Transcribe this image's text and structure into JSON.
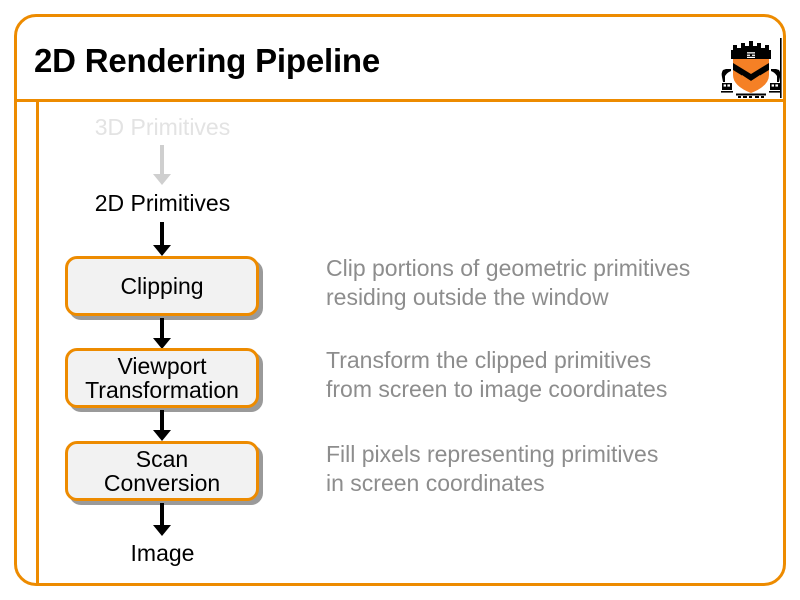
{
  "slide": {
    "title": "2D Rendering Pipeline",
    "accent_color": "#ED8B00",
    "box_fill_color": "#F2F2F2",
    "description_color": "#8D8D8D",
    "ghost_color": "#E3E3E3"
  },
  "logo": {
    "name": "princeton-university-shield",
    "shield_orange": "#F58025",
    "shield_black": "#000000"
  },
  "pipeline": {
    "input_ghost_label": "3D Primitives",
    "input_label": "2D Primitives",
    "output_label": "Image",
    "stages": [
      {
        "label": "Clipping",
        "description": "Clip portions of geometric primitives\nresiding outside the window"
      },
      {
        "label": "Viewport\nTransformation",
        "description": "Transform the clipped primitives\nfrom screen to image coordinates"
      },
      {
        "label": "Scan\nConversion",
        "description": "Fill pixels representing primitives\nin screen coordinates"
      }
    ]
  }
}
